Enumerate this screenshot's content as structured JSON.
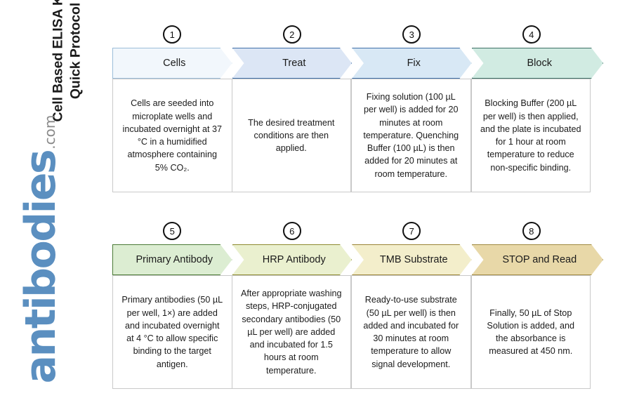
{
  "page": {
    "title": "Cell Based ELISA Kits\nQuick Protocol",
    "title_line_1": "Cell Based ELISA Kits",
    "title_line_2": "Quick Protocol"
  },
  "logo": {
    "word": "antibodies",
    "tld": ".com",
    "word_color": "#5b8fc0",
    "tld_color": "#8a8a8a"
  },
  "rows": [
    {
      "steps": [
        {
          "number": "1",
          "label": "Cells",
          "description": "Cells are seeded into microplate wells and incubated overnight at 37 °C in a humidified atmosphere containing 5% CO₂.",
          "fill": "#f2f7fc",
          "stroke": "#9bbdd9"
        },
        {
          "number": "2",
          "label": "Treat",
          "description": "The desired treatment conditions are then applied.",
          "fill": "#dce6f5",
          "stroke": "#3f6fa8"
        },
        {
          "number": "3",
          "label": "Fix",
          "description": "Fixing solution (100 µL per well) is added for 20 minutes at room temperature. Quenching Buffer (100 µL) is then added for 20 minutes at room temperature.",
          "fill": "#d8e8f5",
          "stroke": "#3f6fa8"
        },
        {
          "number": "4",
          "label": "Block",
          "description": "Blocking Buffer (200 µL per well) is then applied, and the plate is incubated for 1 hour at room temperature to reduce non-specific binding.",
          "fill": "#d1ebe2",
          "stroke": "#3d6f66"
        }
      ]
    },
    {
      "steps": [
        {
          "number": "5",
          "label": "Primary Antibody",
          "description": "Primary antibodies (50 µL per well, 1×) are added and incubated overnight at 4 °C to allow specific binding to the target antigen.",
          "fill": "#dcedd2",
          "stroke": "#4a7a36"
        },
        {
          "number": "6",
          "label": "HRP Antibody",
          "description": "After appropriate washing steps, HRP-conjugated secondary antibodies (50 µL per well) are added and incubated for 1.5 hours at room temperature.",
          "fill": "#eaf0cf",
          "stroke": "#8d8a2f"
        },
        {
          "number": "7",
          "label": "TMB Substrate",
          "description": "Ready-to-use substrate (50 µL per well) is then added and incubated for 30 minutes at room temperature to allow signal development.",
          "fill": "#f3eecb",
          "stroke": "#9b8436"
        },
        {
          "number": "8",
          "label": "STOP and Read",
          "description": "Finally, 50 µL of Stop Solution is added, and the absorbance is measured at 450 nm.",
          "fill": "#e8d8a8",
          "stroke": "#a08a42"
        }
      ]
    }
  ]
}
